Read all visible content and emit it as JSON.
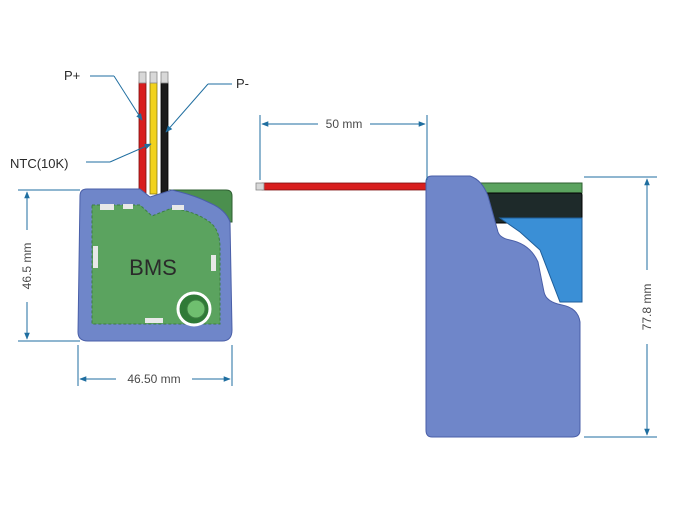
{
  "labels": {
    "p_plus": "P+",
    "p_minus": "P-",
    "ntc": "NTC(10K)",
    "bms": "BMS"
  },
  "dimensions": {
    "height_left": "46.5 mm",
    "width_left": "46.50 mm",
    "wire_length": "50 mm",
    "height_right": "77.8 mm"
  },
  "colors": {
    "line": "#1f6ea0",
    "sleeve": "#6f86c9",
    "sleeve_edge": "#4a5fa8",
    "pcb": "#5ba35f",
    "pcb_edge": "#3d7f42",
    "battery": "#3a8fd6",
    "wire_red": "#d81e1e",
    "wire_yellow": "#f2d21c",
    "wire_black": "#1b1b1b"
  }
}
